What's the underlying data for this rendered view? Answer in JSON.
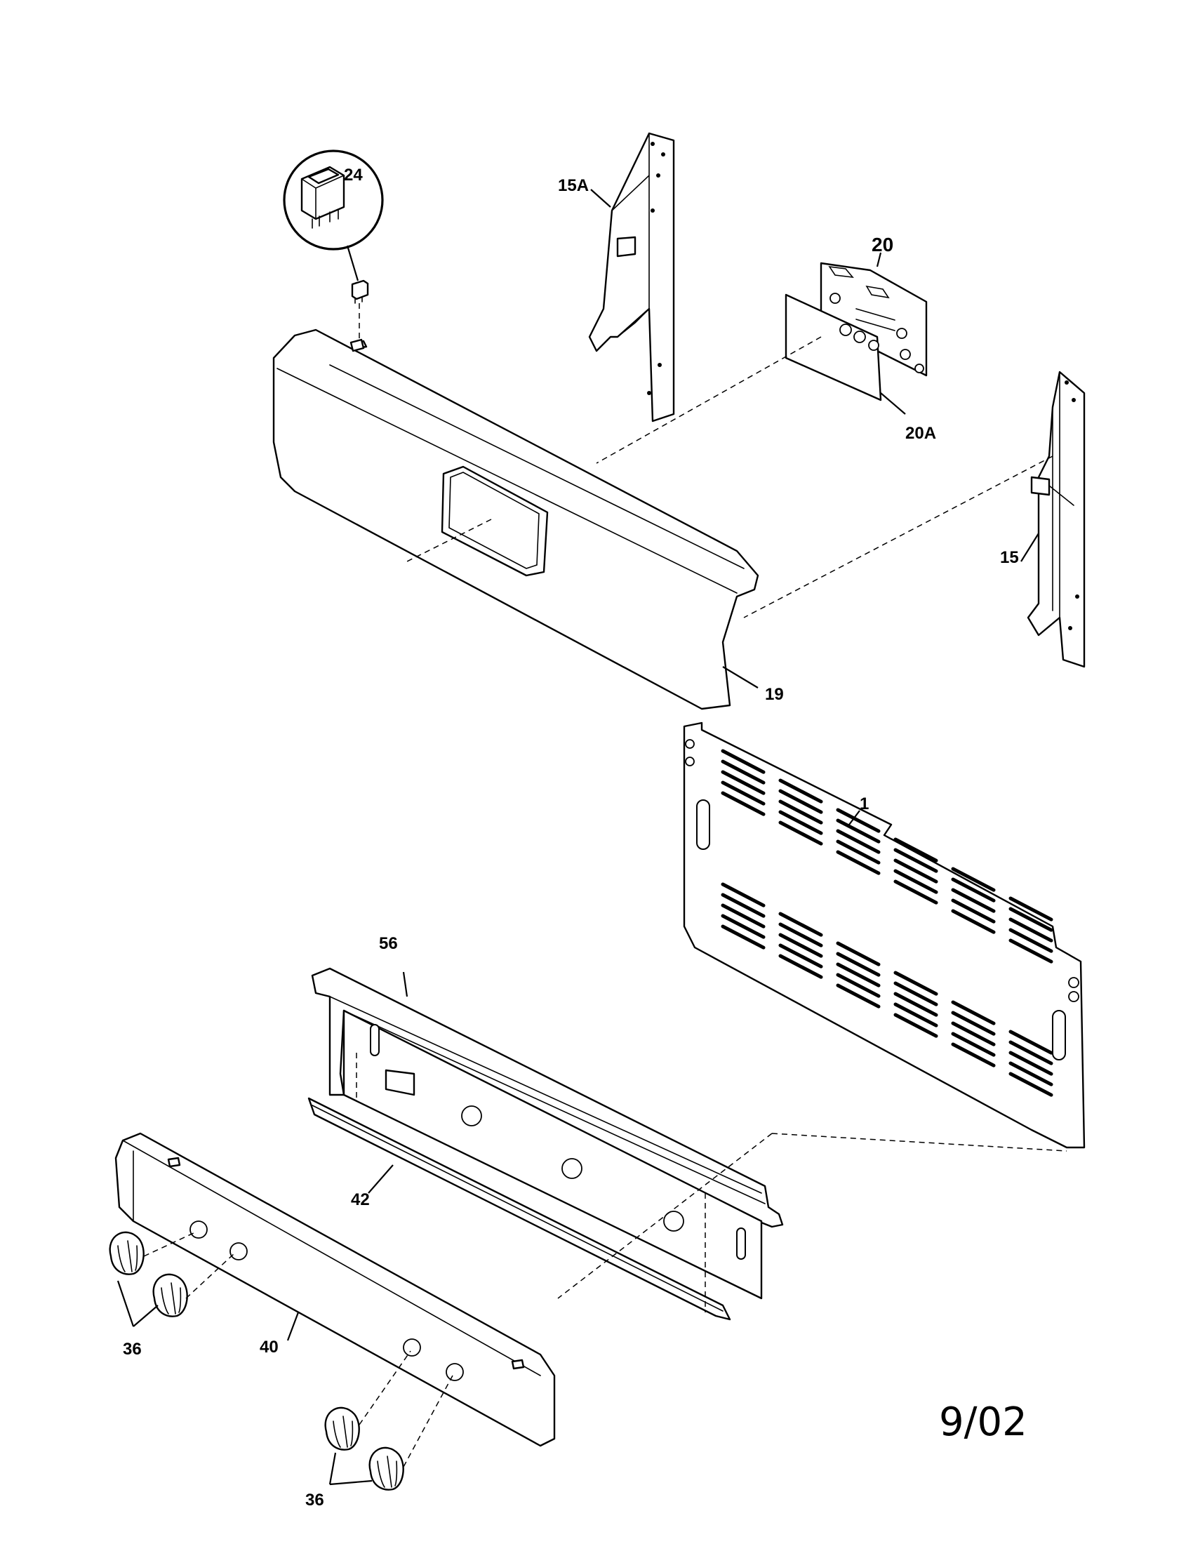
{
  "diagram": {
    "date_code": "9/02",
    "callouts": {
      "c24": "24",
      "c15A": "15A",
      "c20": "20",
      "c20A": "20A",
      "c15": "15",
      "c19": "19",
      "c1": "1",
      "c56": "56",
      "c42": "42",
      "c40": "40",
      "c36a": "36",
      "c36b": "36"
    }
  }
}
